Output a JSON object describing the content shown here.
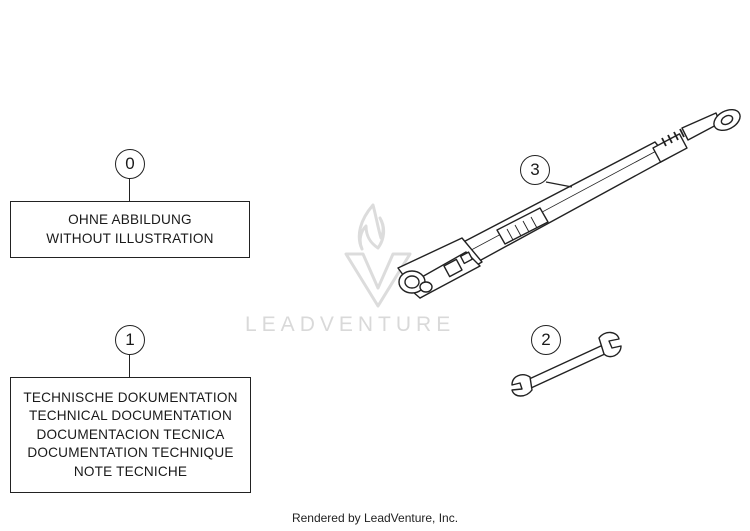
{
  "items": [
    {
      "number": "0",
      "lines": [
        "OHNE ABBILDUNG",
        "WITHOUT ILLUSTRATION"
      ]
    },
    {
      "number": "1",
      "lines": [
        "TECHNISCHE DOKUMENTATION",
        "TECHNICAL DOCUMENTATION",
        "DOCUMENTACION TECNICA",
        "DOCUMENTATION TECHNIQUE",
        "NOTE TECNICHE"
      ]
    },
    {
      "number": "2",
      "part": "open-end-wrench"
    },
    {
      "number": "3",
      "part": "spring-preload-tool"
    }
  ],
  "watermark": {
    "text": "LEADVENTURE",
    "icon": "flame-v-logo"
  },
  "footer": "Rendered by LeadVenture, Inc."
}
